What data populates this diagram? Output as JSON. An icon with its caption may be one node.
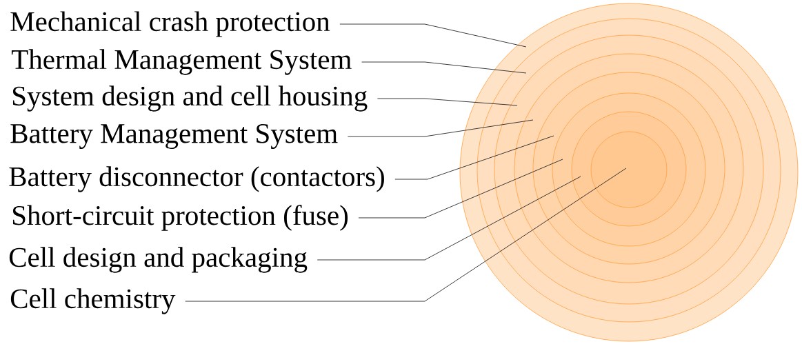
{
  "diagram": {
    "nodes": [
      {
        "text": [
          "Mechanical crash protection"
        ]
      },
      {
        "text": [
          "Thermal Management System"
        ]
      },
      {
        "text": [
          "System design and cell housing"
        ]
      },
      {
        "text": [
          "Battery Management System"
        ]
      },
      {
        "text": [
          "Battery disconnector (contactors)"
        ]
      },
      {
        "text": [
          "Short-circuit protection (fuse)"
        ]
      },
      {
        "text": [
          "Cell design and packaging"
        ]
      },
      {
        "text": [
          "Cell chemistry"
        ]
      },
      {
        "text": [],
        "shape": "circle"
      },
      {
        "text": [],
        "shape": "circle",
        "in": 8
      },
      {
        "text": [],
        "shape": "circle",
        "in": 9
      },
      {
        "text": [],
        "shape": "circle",
        "in": 10
      },
      {
        "text": [],
        "shape": "circle",
        "in": 11
      },
      {
        "text": [],
        "shape": "circle",
        "in": 12
      },
      {
        "text": [],
        "shape": "circle",
        "in": 13
      },
      {
        "text": [],
        "shape": "circle",
        "in": 14
      }
    ],
    "edges": [
      {
        "from": 0,
        "to": 8,
        "arrow": "none"
      },
      {
        "from": 1,
        "to": 9,
        "arrow": "none"
      },
      {
        "from": 2,
        "to": 10,
        "arrow": "none"
      },
      {
        "from": 3,
        "to": 11,
        "arrow": "none"
      },
      {
        "from": 4,
        "to": 12,
        "arrow": "none"
      },
      {
        "from": 5,
        "to": 13,
        "arrow": "none"
      },
      {
        "from": 6,
        "to": 14,
        "arrow": "none"
      },
      {
        "from": 7,
        "to": 15,
        "arrow": "none"
      }
    ]
  }
}
